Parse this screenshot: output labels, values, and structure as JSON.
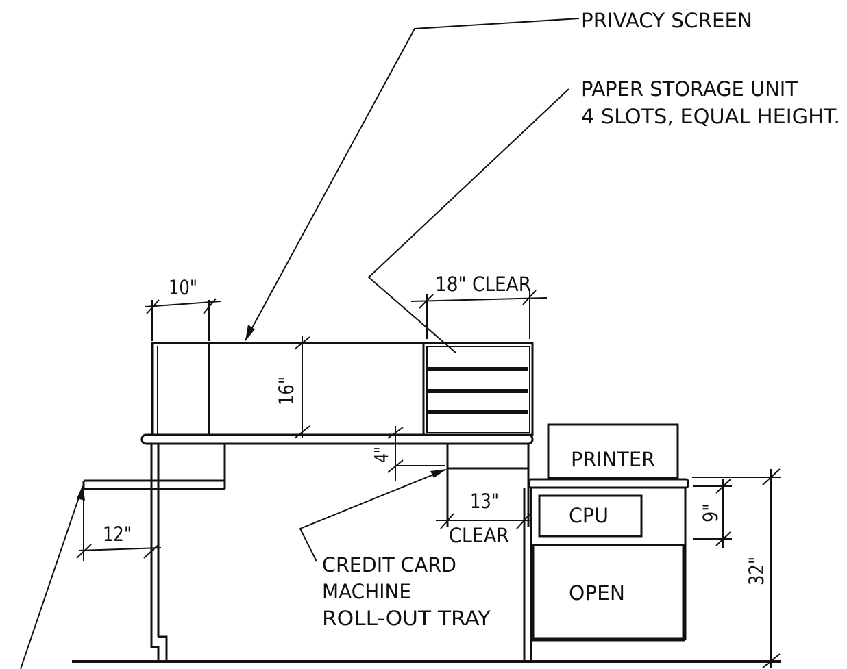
{
  "labels": {
    "privacy_screen": "PRIVACY SCREEN",
    "paper_storage_line1": "PAPER STORAGE UNIT",
    "paper_storage_line2": "4 SLOTS, EQUAL HEIGHT.",
    "printer": "PRINTER",
    "cpu": "CPU",
    "open": "OPEN",
    "credit_card_line1": "CREDIT CARD",
    "credit_card_line2": "MACHINE",
    "credit_card_line3": "ROLL-OUT TRAY"
  },
  "dimensions": {
    "ten": "10\"",
    "eighteen_clear": "18\" CLEAR",
    "sixteen": "16\"",
    "four": "4\"",
    "twelve": "12\"",
    "thirteen": "13\"",
    "clear": "CLEAR",
    "nine": "9\"",
    "thirtytwo": "32\""
  }
}
